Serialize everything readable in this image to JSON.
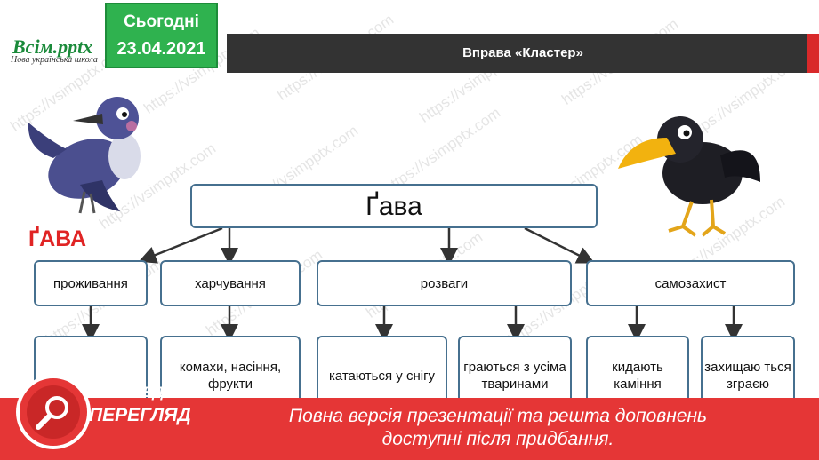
{
  "header": {
    "logo_main": "Всім.pptx",
    "logo_sub": "Нова українська школа",
    "date_line1": "Сьогодні",
    "date_line2": "23.04.2021",
    "title": "Вправа «Кластер»"
  },
  "left_label": "ҐАВА",
  "watermark": "https://vsimpptx.com",
  "diagram": {
    "root": "Ґава",
    "categories": [
      "проживання",
      "харчування",
      "розваги",
      "самозахист"
    ],
    "leaves": [
      "",
      "комахи, насіння, фрукти",
      "катаються у снігу",
      "граються з усіма тваринами",
      "кидають каміння",
      "захищаю ться зграєю"
    ]
  },
  "banner": {
    "preview_line1": "ПОПЕРЕДНІЙ",
    "preview_line2": "ПЕРЕГЛЯД",
    "message_line1": "Повна версія презентації та решта доповнень",
    "message_line2": "доступні після придбання."
  },
  "colors": {
    "box_border": "#46708f",
    "date_bg": "#2fb24f",
    "title_bar": "#333333",
    "banner": "#e53636",
    "accent_red": "#e02424"
  }
}
